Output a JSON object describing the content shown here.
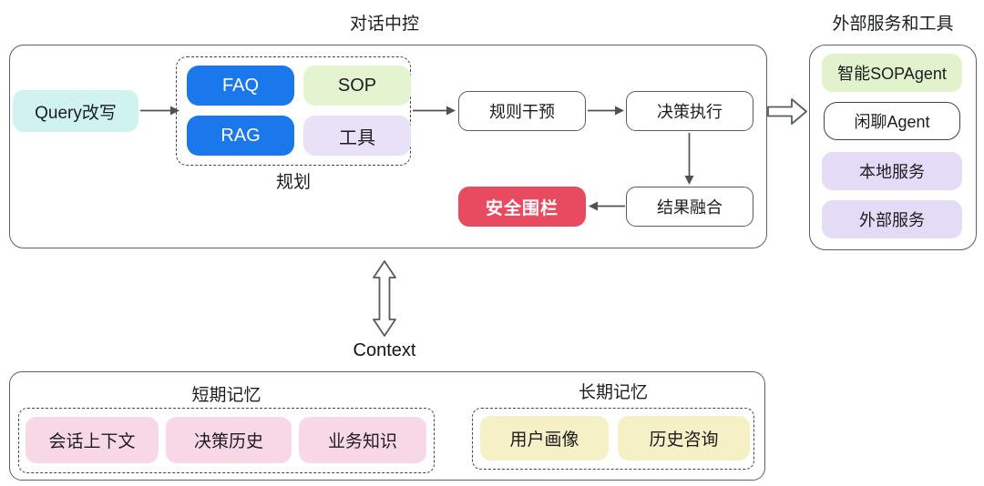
{
  "titles": {
    "main": "对话中控",
    "external": "外部服务和工具",
    "context": "Context"
  },
  "main_flow": {
    "query_rewrite": "Query改写",
    "planning": {
      "label": "规划",
      "faq": "FAQ",
      "sop": "SOP",
      "rag": "RAG",
      "tools": "工具"
    },
    "rule_intervention": "规则干预",
    "decision_execution": "决策执行",
    "result_fusion": "结果融合",
    "safety_guardrail": "安全围栏"
  },
  "external_panel": {
    "items": [
      {
        "label": "智能SOPAgent",
        "style": "green"
      },
      {
        "label": "闲聊Agent",
        "style": "outline"
      },
      {
        "label": "本地服务",
        "style": "purple"
      },
      {
        "label": "外部服务",
        "style": "purple"
      }
    ]
  },
  "memory": {
    "short_term": {
      "title": "短期记忆",
      "items": [
        "会话上下文",
        "决策历史",
        "业务知识"
      ]
    },
    "long_term": {
      "title": "长期记忆",
      "items": [
        "用户画像",
        "历史咨询"
      ]
    }
  },
  "colors": {
    "blue": "#1a78ec",
    "cyan": "#d0f3f0",
    "green": "#e4f3d0",
    "lavender": "#e8e1f8",
    "service_purple": "#e4dbf6",
    "agent_green": "#e2f2cc",
    "red": "#e84a5f",
    "pink": "#f8d7e7",
    "yellow": "#f5f0c5",
    "border_gray": "#5a6067",
    "arrow_gray": "#4d5257"
  }
}
